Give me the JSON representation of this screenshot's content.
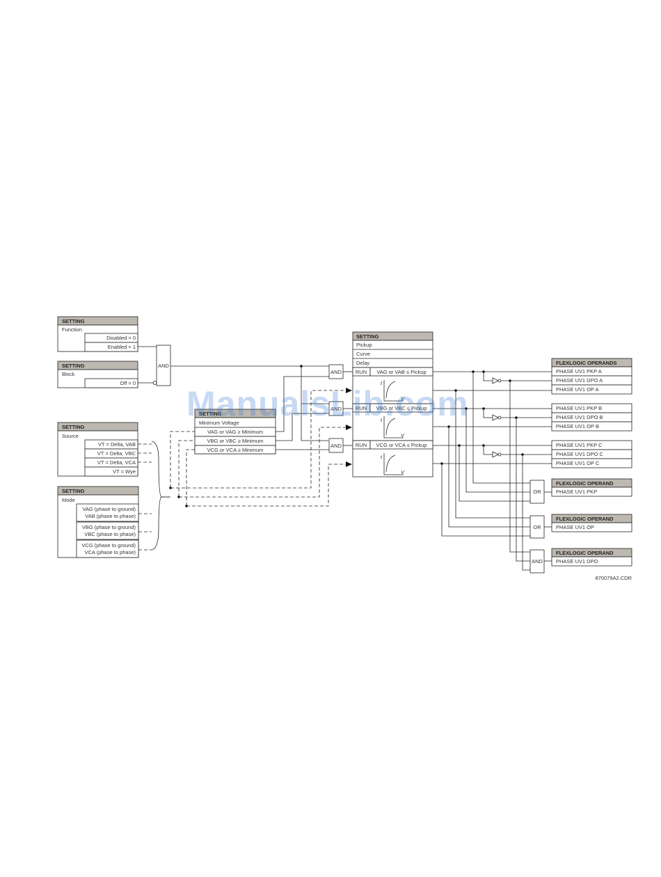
{
  "settings": {
    "function": {
      "header": "SETTING",
      "name": "Function",
      "opt1": "Disabled = 0",
      "opt2": "Enabled = 1"
    },
    "block": {
      "header": "SETTING",
      "name": "Block",
      "opt1": "Off = 0"
    },
    "source": {
      "header": "SETTING",
      "name": "Source",
      "opt1": "VT = Delta, VAB",
      "opt2": "VT = Delta, VBC",
      "opt3": "VT = Delta, VCA",
      "opt4": "VT = Wye"
    },
    "mode": {
      "header": "SETTING",
      "name": "Mode",
      "a1": "VAG (phase to ground)",
      "a2": "VAB (phase to phase)",
      "b1": "VBG (phase to ground)",
      "b2": "VBC (phase to phase)",
      "c1": "VCG (phase to ground)",
      "c2": "VCA (phase to phase)"
    },
    "min_voltage": {
      "header": "SETTING",
      "name": "Minimum Voltage",
      "r1": "VAG or VAG ≥ Minimum",
      "r2": "VBG or VBC ≥ Minimum",
      "r3": "VCG or VCA ≥ Minimum"
    },
    "pickup": {
      "header": "SETTING",
      "l1": "Pickup",
      "l2": "Curve",
      "l3": "Delay",
      "run": "RUN",
      "ra": "VAG or VAB ≤ Pickup",
      "rb": "VBG or VBC ≤ Pickup",
      "rc": "VCG or VCA ≤ Pickup",
      "axis_t": "t",
      "axis_v": "V"
    }
  },
  "gates": {
    "and": "AND",
    "or": "OR"
  },
  "operands": {
    "header": "FLEXLOGIC OPERANDS",
    "header_single": "FLEXLOGIC OPERAND",
    "a_pkp": "PHASE UV1 PKP A",
    "a_dpo": "PHASE UV1 DPO A",
    "a_op": "PHASE UV1 OP A",
    "b_pkp": "PHASE UV1 PKP B",
    "b_dpo": "PHASE UV1 DPO B",
    "b_op": "PHASE UV1 OP B",
    "c_pkp": "PHASE UV1 PKP C",
    "c_dpo": "PHASE UV1 DPO C",
    "c_op": "PHASE UV1 OP C",
    "pkp": "PHASE UV1 PKP",
    "op": "PHASE UV1 OP",
    "dpo": "PHASE UV1 DPO"
  },
  "figure_id": "870079A2.CDR",
  "watermark": "ManualsLib.com"
}
